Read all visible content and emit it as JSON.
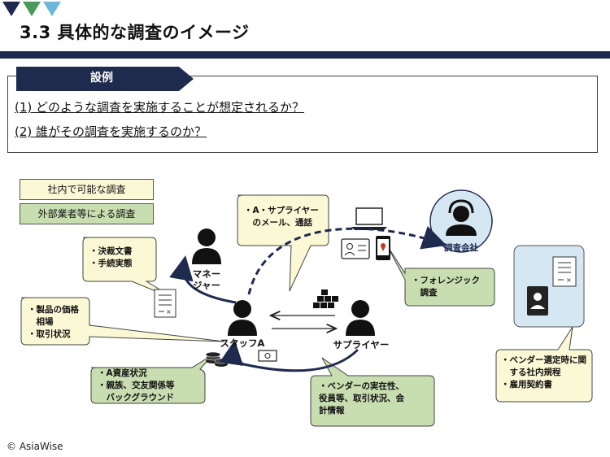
{
  "header": {
    "title": "3.3 具体的な調査のイメージ"
  },
  "case": {
    "tab_label": "設例",
    "questions": [
      "(1) どのような調査を実施することが想定されるか？",
      "(2) 誰がその調査を実施するのか？"
    ]
  },
  "legend": [
    {
      "label": "社内で可能な調査",
      "color": "#fbf8d5"
    },
    {
      "label": "外部業者等による調査",
      "color": "#c8ddb0"
    }
  ],
  "nodes": {
    "manager": "マネー\nジャー",
    "staff": "スタッフA",
    "supplier": "サプライヤー",
    "investigator": "調査会社"
  },
  "bubbles": {
    "mail": "・A・サプライヤー\n　のメール、通話",
    "docs": "・決裁文書\n・手続実態",
    "forensic": "・フォレンジック\n　調査",
    "price": "・製品の価格\n　相場\n・取引状況",
    "assets": "・A資産状況\n・親族、交友関係等\n　バックグラウンド",
    "vendor": "・ベンダーの実在性、\n役員等、取引状況、会\n計情報",
    "rules": "・ベンダー選定時に関\n　する社内規程\n・雇用契約書"
  },
  "footer": {
    "copyright": "© AsiaWise"
  },
  "colors": {
    "navy": "#1f2a4f",
    "internal": "#fbf8d5",
    "external": "#c8ddb0",
    "panel": "#d6e7f4",
    "tri1": "#1f2a4f",
    "tri2": "#4a9a5a",
    "tri3": "#6cb8d8"
  }
}
